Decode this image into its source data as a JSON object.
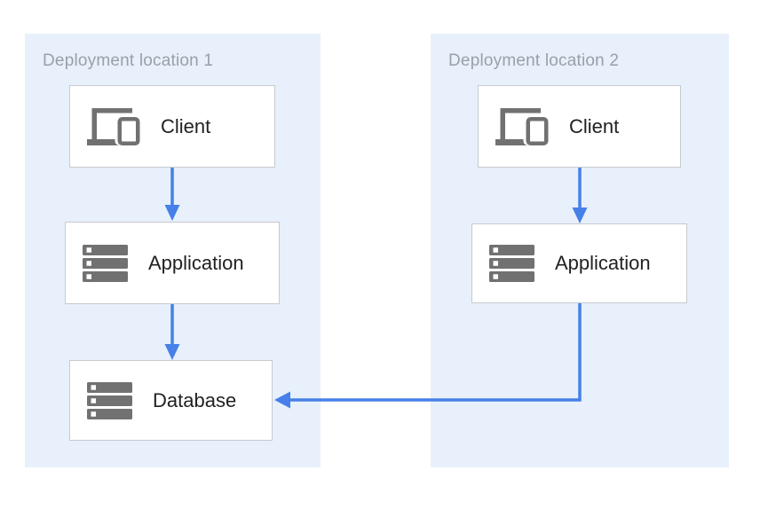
{
  "diagram": {
    "type": "architecture-diagram",
    "description": "Two deployment locations; each has a Client and an Application; both Applications use the Database in Deployment location 1"
  },
  "panels": [
    {
      "id": "deployment-location-1",
      "label": "Deployment location 1",
      "nodes": [
        {
          "id": "client-1",
          "label": "Client",
          "icon": "devices-icon"
        },
        {
          "id": "application-1",
          "label": "Application",
          "icon": "server-stack-icon"
        },
        {
          "id": "database-1",
          "label": "Database",
          "icon": "server-stack-icon"
        }
      ]
    },
    {
      "id": "deployment-location-2",
      "label": "Deployment location 2",
      "nodes": [
        {
          "id": "client-2",
          "label": "Client",
          "icon": "devices-icon"
        },
        {
          "id": "application-2",
          "label": "Application",
          "icon": "server-stack-icon"
        }
      ]
    }
  ],
  "edges": [
    {
      "from": "client-1",
      "to": "application-1",
      "shape": "straight-down-arrow"
    },
    {
      "from": "application-1",
      "to": "database-1",
      "shape": "straight-down-arrow"
    },
    {
      "from": "client-2",
      "to": "application-2",
      "shape": "straight-down-arrow"
    },
    {
      "from": "application-2",
      "to": "database-1",
      "shape": "elbow-down-then-left-arrow"
    }
  ],
  "colors": {
    "canvas_background": "#FFFFFF",
    "panel_background": "#E7F0FB",
    "panel_label": "#9AA0A6",
    "node_background": "#FFFFFF",
    "node_border": "#C8CACE",
    "node_label": "#212121",
    "icon_gray": "#717171",
    "arrow_blue": "#4680E8"
  }
}
